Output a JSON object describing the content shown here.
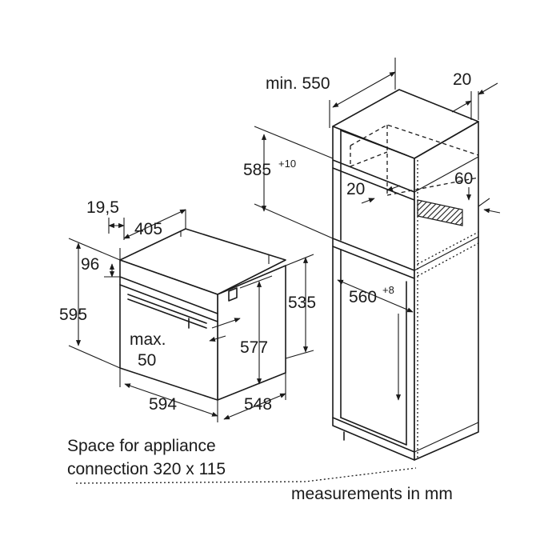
{
  "labels": {
    "min_550": "min. 550",
    "d20_top": "20",
    "d585": "585",
    "d585_tol": "+10",
    "d20_inner": "20",
    "d60": "60",
    "d560": "560",
    "d560_tol": "+8",
    "d19_5": "19,5",
    "d405": "405",
    "d96": "96",
    "d595": "595",
    "max": "max.",
    "d50": "50",
    "d577": "577",
    "d535": "535",
    "d594": "594",
    "d548": "548"
  },
  "notes": {
    "space_line1": "Space for appliance",
    "space_line2": "connection 320 x 115",
    "units": "measurements in mm"
  }
}
